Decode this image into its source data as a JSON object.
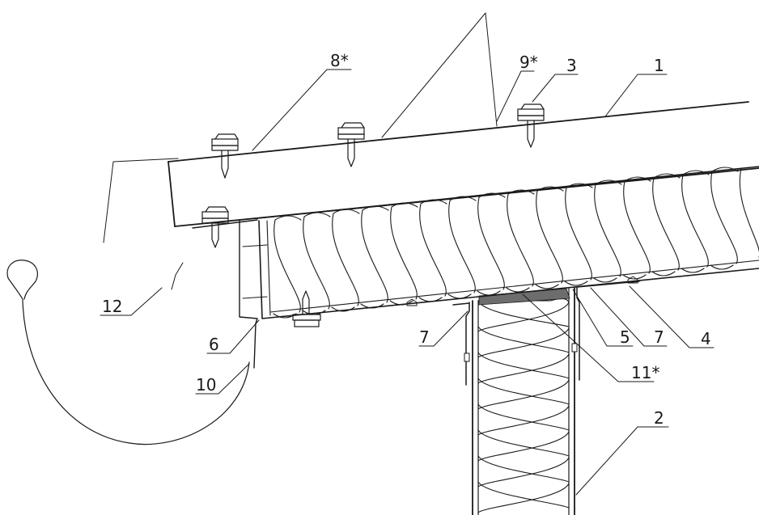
{
  "callouts": [
    {
      "id": "c1",
      "label": "1"
    },
    {
      "id": "c2",
      "label": "2"
    },
    {
      "id": "c3",
      "label": "3"
    },
    {
      "id": "c4",
      "label": "4"
    },
    {
      "id": "c5",
      "label": "5"
    },
    {
      "id": "c6",
      "label": "6"
    },
    {
      "id": "c7a",
      "label": "7"
    },
    {
      "id": "c7b",
      "label": "7"
    },
    {
      "id": "c8",
      "label": "8*"
    },
    {
      "id": "c9",
      "label": "9*"
    },
    {
      "id": "c10",
      "label": "10"
    },
    {
      "id": "c11",
      "label": "11*"
    },
    {
      "id": "c12",
      "label": "12"
    }
  ]
}
